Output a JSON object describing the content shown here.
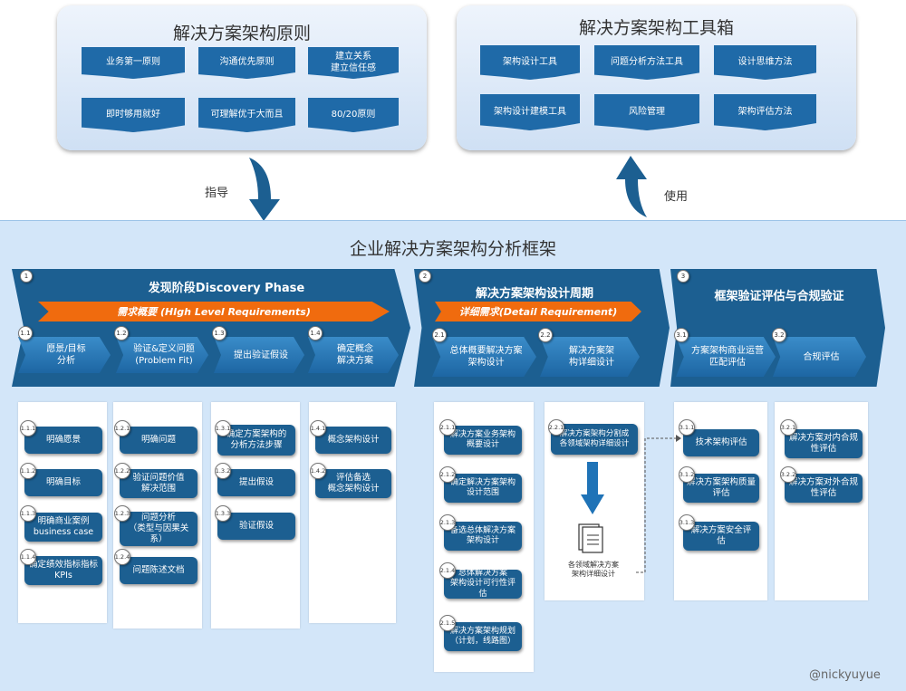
{
  "principles": {
    "title": "解决方案架构原则",
    "items": [
      "业务第一原则",
      "沟通优先原则",
      "建立关系\n建立信任感",
      "即时够用就好",
      "可理解优于大而且",
      "80/20原则"
    ]
  },
  "toolbox": {
    "title": "解决方案架构工具箱",
    "items": [
      "架构设计工具",
      "问题分析方法工具",
      "设计思维方法",
      "架构设计建模工具",
      "风险管理",
      "架构评估方法"
    ]
  },
  "arrows": {
    "guide": "指导",
    "use": "使用"
  },
  "framework": {
    "title": "企业解决方案架构分析框架"
  },
  "phases": [
    {
      "num": "1",
      "title": "发现阶段Discovery Phase",
      "req": "需求概要 (HIgh Level Requirements)"
    },
    {
      "num": "2",
      "title": "解决方案架构设计周期",
      "req": "详细需求(Detail Requirement)"
    },
    {
      "num": "3",
      "title": "框架验证评估与合规验证",
      "req": ""
    }
  ],
  "steps": [
    {
      "num": "1.1",
      "label": "愿景/目标\n分析"
    },
    {
      "num": "1.2",
      "label": "验证&定义问题\n(Problem Fit)"
    },
    {
      "num": "1.3",
      "label": "提出验证假设"
    },
    {
      "num": "1.4",
      "label": "确定概念\n解决方案"
    },
    {
      "num": "2.1",
      "label": "总体概要解决方案\n架构设计"
    },
    {
      "num": "2.2",
      "label": "解决方案架\n构详细设计"
    },
    {
      "num": "3.1",
      "label": "方案架构商业运营\n匹配评估"
    },
    {
      "num": "3.2",
      "label": "合规评估"
    }
  ],
  "cards": [
    {
      "num": "1.1.1",
      "label": "明确愿景"
    },
    {
      "num": "1.1.2",
      "label": "明确目标"
    },
    {
      "num": "1.1.3",
      "label": "明确商业案例\nbusiness case"
    },
    {
      "num": "1.1.4",
      "label": "确定绩效指标指标\nKPIs"
    },
    {
      "num": "1.2.1",
      "label": "明确问题"
    },
    {
      "num": "1.2.2",
      "label": "验证问题价值\n解决范围"
    },
    {
      "num": "1.2.3",
      "label": "问题分析\n（类型与因果关\n系）"
    },
    {
      "num": "1.2.4",
      "label": "问题陈述文档"
    },
    {
      "num": "1.3.1",
      "label": "确定方案架构的\n分析方法步骤"
    },
    {
      "num": "1.3.2",
      "label": "提出假设"
    },
    {
      "num": "1.3.3",
      "label": "验证假设"
    },
    {
      "num": "1.4.1",
      "label": "概念架构设计"
    },
    {
      "num": "1.4.2",
      "label": "评估备选\n概念架构设计"
    },
    {
      "num": "2.1.1",
      "label": "解决方案业务架构\n概要设计"
    },
    {
      "num": "2.1.2",
      "label": "确定解决方案架构\n设计范围"
    },
    {
      "num": "2.1.3",
      "label": "备选总体解决方案\n架构设计"
    },
    {
      "num": "2.1.4",
      "label": "总体解决方案\n架构设计可行性评估"
    },
    {
      "num": "2.1.5",
      "label": "解决方案架构规划\n（计划，线路图）"
    },
    {
      "num": "2.2.1",
      "label": "解决方案架构分割成\n各领域架构详细设计"
    },
    {
      "num": "3.1.1",
      "label": "技术架构评估"
    },
    {
      "num": "3.1.2",
      "label": "解决方案架构质量\n评估"
    },
    {
      "num": "3.1.3",
      "label": "解决方案安全评\n估"
    },
    {
      "num": "3.2.1",
      "label": "解决方案对内合规\n性评估"
    },
    {
      "num": "3.2.2",
      "label": "解决方案对外合规\n性评估"
    }
  ],
  "doc": {
    "label": "各领域解决方案\n架构详细设计"
  },
  "watermark": "@nickyuyue",
  "colors": {
    "dark": "#1c5f91",
    "orange": "#f06b0e",
    "bg": "#d3e6f9"
  }
}
